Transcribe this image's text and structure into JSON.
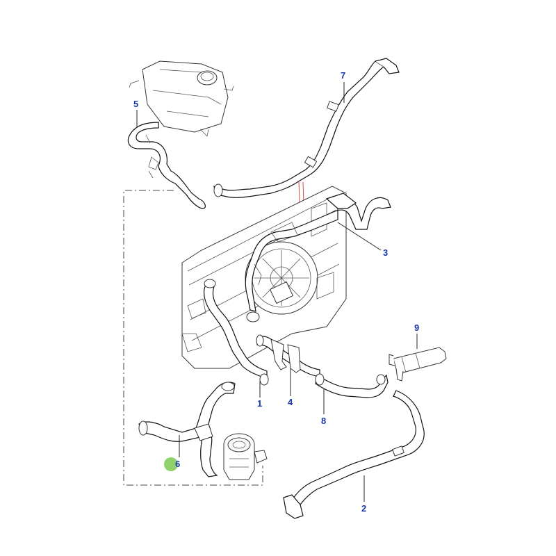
{
  "diagram": {
    "callout_color": "#1a39a8",
    "marker_color": "#8fd16b",
    "callouts": [
      {
        "id": "c1",
        "label": "1"
      },
      {
        "id": "c2",
        "label": "2"
      },
      {
        "id": "c3",
        "label": "3"
      },
      {
        "id": "c4",
        "label": "4"
      },
      {
        "id": "c5",
        "label": "5"
      },
      {
        "id": "c6",
        "label": "6"
      },
      {
        "id": "c7",
        "label": "7"
      },
      {
        "id": "c8",
        "label": "8"
      },
      {
        "id": "c9",
        "label": "9"
      }
    ]
  }
}
